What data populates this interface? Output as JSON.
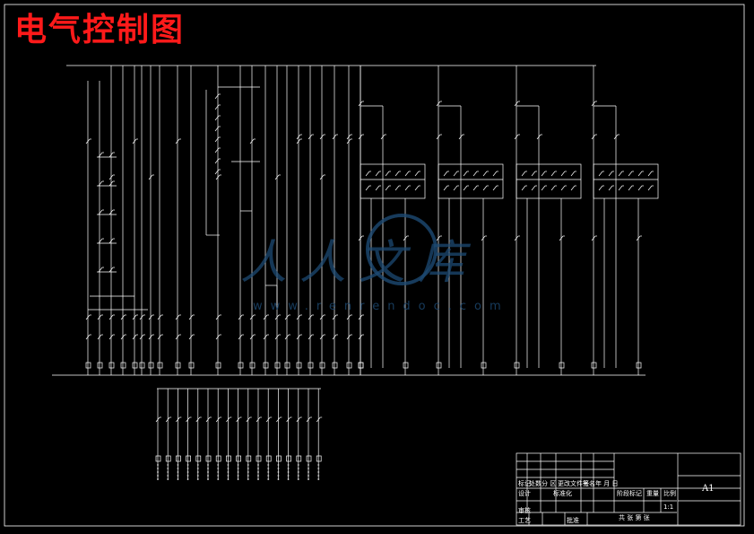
{
  "title": "电气控制图",
  "watermark": {
    "text": "人人文库",
    "url": "www.renrendoc.com"
  },
  "title_block": {
    "row_headers": [
      "标记",
      "处数",
      "分 区",
      "更改文件号",
      "签名",
      "年 月 日"
    ],
    "design": "设计",
    "standardize": "标准化",
    "review": "审核",
    "process": "工艺",
    "approve": "批准",
    "stage_mark": "阶段标记",
    "weight": "重量",
    "scale": "比例",
    "scale_value": "1:1",
    "sheet_info": "共  张  第  张",
    "sheet_size": "A1"
  },
  "colors": {
    "background": "#000000",
    "lines": "#ffffff",
    "title": "#ff1a1a",
    "watermark": "#1d4a73"
  }
}
